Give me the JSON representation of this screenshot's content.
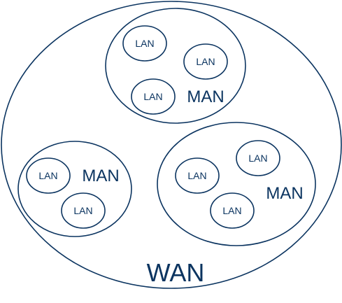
{
  "colors": {
    "stroke": "#0b3460",
    "text": "#0b3460",
    "fill": "#ffffff"
  },
  "wan": {
    "label": "WAN"
  },
  "men_top": {
    "label": "MAN",
    "lans": [
      "LAN",
      "LAN",
      "LAN"
    ]
  },
  "men_left": {
    "label": "MAN",
    "lans": [
      "LAN",
      "LAN"
    ]
  },
  "men_right": {
    "label": "MAN",
    "lans": [
      "LAN",
      "LAN",
      "LAN"
    ]
  }
}
